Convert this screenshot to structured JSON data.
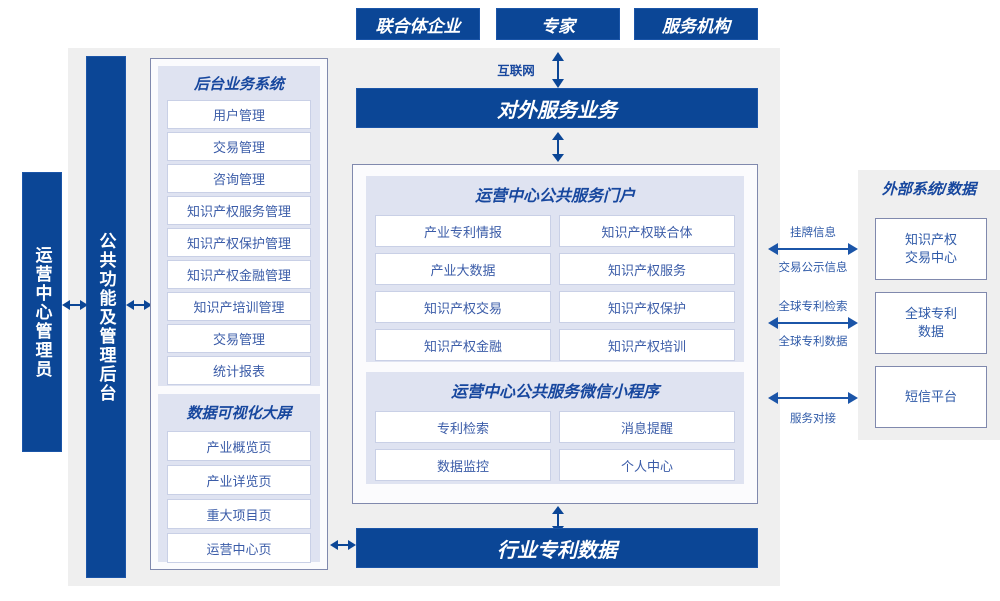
{
  "colors": {
    "navy": "#0b4696",
    "panel": "#dfe3f1",
    "outer": "#efefef",
    "border": "#8089ad",
    "text_blue": "#2f5aa8"
  },
  "top_actors": [
    {
      "label": "联合体企业"
    },
    {
      "label": "专家"
    },
    {
      "label": "服务机构"
    }
  ],
  "internet_label": "互联网",
  "external_service_bar": "对外服务业务",
  "bottom_bar": "行业专利数据",
  "left_columns": [
    {
      "label": "运营中心管理员"
    },
    {
      "label": "公共功能及管理后台"
    }
  ],
  "backend_panel": {
    "title": "后台业务系统",
    "items": [
      "用户管理",
      "交易管理",
      "咨询管理",
      "知识产权服务管理",
      "知识产权保护管理",
      "知识产权金融管理",
      "知识产培训管理",
      "交易管理",
      "统计报表"
    ]
  },
  "dataviz_panel": {
    "title": "数据可视化大屏",
    "items": [
      "产业概览页",
      "产业详览页",
      "重大项目页",
      "运营中心页"
    ]
  },
  "portal_panel": {
    "title": "运营中心公共服务门户",
    "rows": [
      [
        "产业专利情报",
        "知识产权联合体"
      ],
      [
        "产业大数据",
        "知识产权服务"
      ],
      [
        "知识产权交易",
        "知识产权保护"
      ],
      [
        "知识产权金融",
        "知识产权培训"
      ]
    ]
  },
  "miniprogram_panel": {
    "title": "运营中心公共服务微信小程序",
    "rows": [
      [
        "专利检索",
        "消息提醒"
      ],
      [
        "数据监控",
        "个人中心"
      ]
    ]
  },
  "external_panel": {
    "title": "外部系统/数据",
    "items": [
      {
        "line1": "知识产权",
        "line2": "交易中心"
      },
      {
        "line1": "全球专利",
        "line2": "数据"
      },
      {
        "line1": "短信平台",
        "line2": ""
      }
    ]
  },
  "connector_labels": [
    {
      "top": "挂牌信息",
      "bottom": "交易公示信息"
    },
    {
      "top": "全球专利检索",
      "bottom": "全球专利数据"
    },
    {
      "top": "",
      "bottom": "服务对接"
    }
  ]
}
